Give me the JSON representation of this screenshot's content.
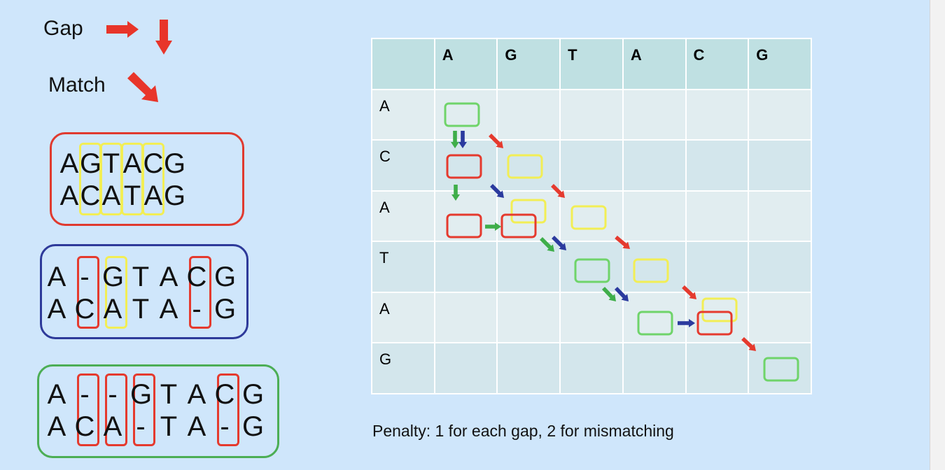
{
  "legend": {
    "gap_label": "Gap",
    "match_label": "Match",
    "arrow_color": "#e8352a"
  },
  "alignments": [
    {
      "border_color": "#e03a2f",
      "top": [
        "A",
        "G",
        "T",
        "A",
        "C",
        "G"
      ],
      "bottom": [
        "A",
        "C",
        "A",
        "T",
        "A",
        "G"
      ],
      "highlights": [
        {
          "color": "yellow",
          "col": 1
        },
        {
          "color": "yellow",
          "col": 2
        },
        {
          "color": "yellow",
          "col": 3
        },
        {
          "color": "yellow",
          "col": 4
        }
      ]
    },
    {
      "border_color": "#2e3a9a",
      "top": [
        "A",
        "-",
        "G",
        "T",
        "A",
        "C",
        "G"
      ],
      "bottom": [
        "A",
        "C",
        "A",
        "T",
        "A",
        "-",
        "G"
      ],
      "highlights": [
        {
          "color": "red",
          "col": 1
        },
        {
          "color": "yellow",
          "col": 2
        },
        {
          "color": "red",
          "col": 5
        }
      ]
    },
    {
      "border_color": "#4cae55",
      "top": [
        "A",
        "-",
        "-",
        "G",
        "T",
        "A",
        "C",
        "G"
      ],
      "bottom": [
        "A",
        "C",
        "A",
        "-",
        "T",
        "A",
        "-",
        "G"
      ],
      "highlights": [
        {
          "color": "red",
          "col": 1
        },
        {
          "color": "red",
          "col": 2
        },
        {
          "color": "red",
          "col": 3
        },
        {
          "color": "red",
          "col": 6
        }
      ]
    }
  ],
  "grid": {
    "col_headers": [
      "A",
      "G",
      "T",
      "A",
      "C",
      "G"
    ],
    "row_headers": [
      "A",
      "C",
      "A",
      "T",
      "A",
      "G"
    ]
  },
  "colors": {
    "green": "#6fd46a",
    "red": "#e53a2e",
    "yellow": "#f2ee55",
    "blue": "#2b3a9e",
    "green_arrow": "#3fae4a"
  },
  "penalty_text": "Penalty: 1 for each gap, 2 for mismatching"
}
